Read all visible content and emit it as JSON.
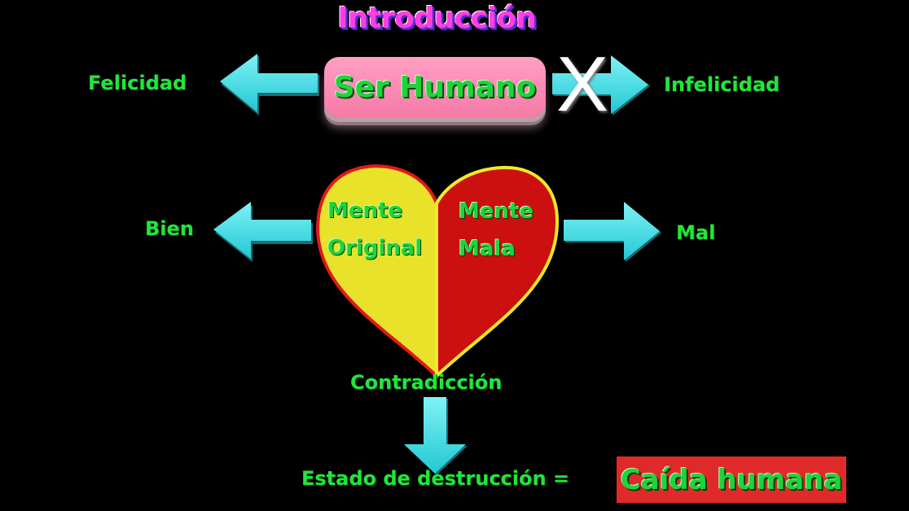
{
  "title": "Introducción",
  "top_row": {
    "left_label": "Felicidad",
    "center_box": "Ser Humano",
    "cross_mark": "X",
    "right_label": "Infelicidad"
  },
  "middle_row": {
    "left_label": "Bien",
    "right_label": "Mal",
    "heart_left_line1": "Mente",
    "heart_left_line2": "Original",
    "heart_right_line1": "Mente",
    "heart_right_line2": "Mala"
  },
  "bottom": {
    "contradiction": "Contradicción",
    "state_label": "Estado de destrucción =",
    "result_box": "Caída humana"
  },
  "colors": {
    "background": "#000000",
    "label_green": "#22e63a",
    "arrow_cyan": "#35d9e0",
    "box_pink": "#f78db6",
    "heart_yellow": "#e8e22a",
    "heart_red": "#cc1010",
    "result_red": "#e02a2a",
    "title_magenta": "#ff3fe0"
  }
}
